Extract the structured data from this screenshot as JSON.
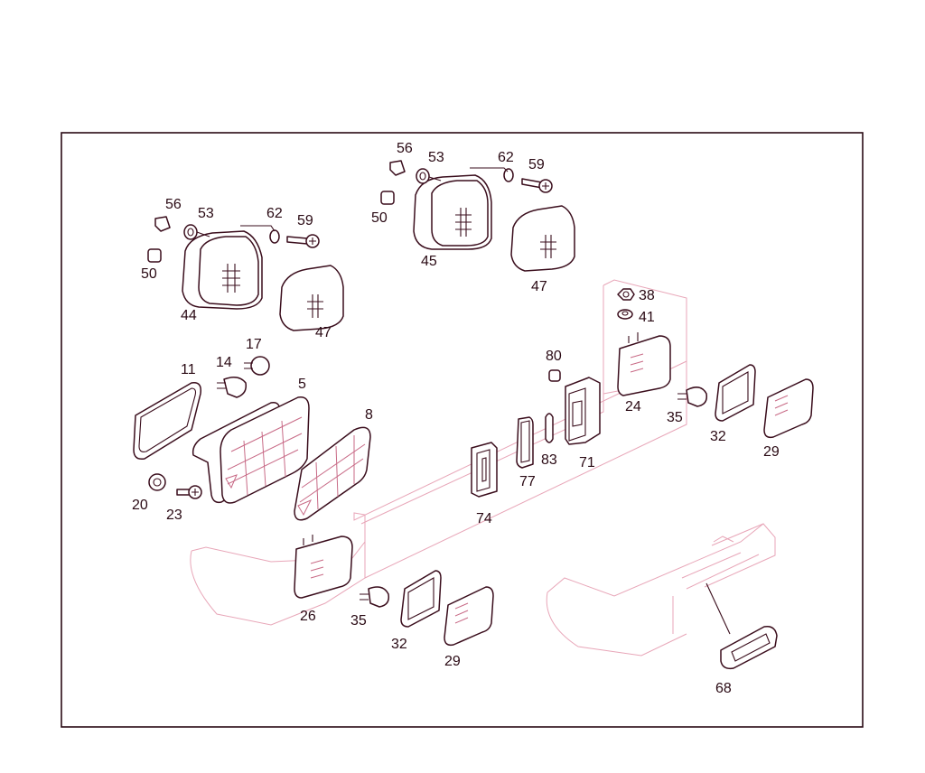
{
  "callouts": {
    "c5": "5",
    "c8": "8",
    "c11": "11",
    "c14": "14",
    "c17": "17",
    "c20": "20",
    "c23": "23",
    "c24": "24",
    "c26": "26",
    "c29a": "29",
    "c29b": "29",
    "c32a": "32",
    "c32b": "32",
    "c35a": "35",
    "c35b": "35",
    "c38": "38",
    "c41": "41",
    "c44": "44",
    "c45": "45",
    "c47a": "47",
    "c47b": "47",
    "c50a": "50",
    "c50b": "50",
    "c53a": "53",
    "c53b": "53",
    "c56a": "56",
    "c56b": "56",
    "c59a": "59",
    "c59b": "59",
    "c62a": "62",
    "c62b": "62",
    "c68": "68",
    "c71": "71",
    "c74": "74",
    "c77": "77",
    "c80": "80",
    "c83": "83"
  },
  "colors": {
    "line": "#3a0d1c",
    "ghost": "#e8a6b8",
    "lens": "#c86a86",
    "frame": "#2a0a14"
  }
}
